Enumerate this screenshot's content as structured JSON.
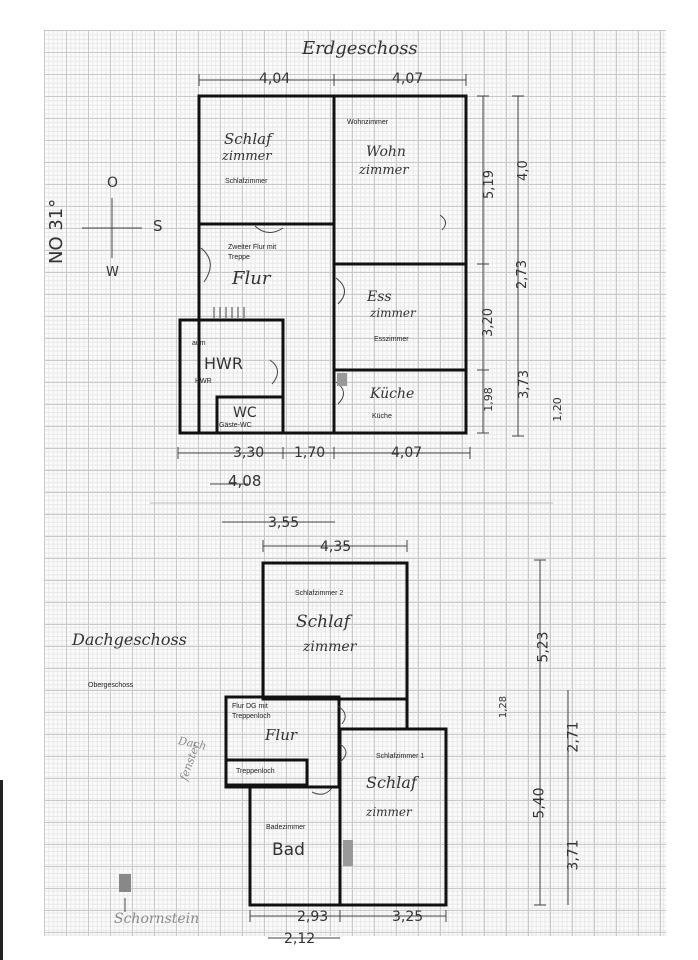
{
  "titles": {
    "ground_floor": "Erdgeschoss",
    "upper_floor_hand": "Dachgeschoss",
    "upper_floor_typed": "Obergeschoss"
  },
  "compass": {
    "north": "NO 31°",
    "east": "S",
    "top": "O",
    "bottom": "W"
  },
  "ground_rooms": {
    "schlaf_hand_1": "Schlaf",
    "schlaf_hand_2": "zimmer",
    "schlaf_typed": "Schlafzimmer",
    "wohn_typed": "Wohnzimmer",
    "wohn_hand_1": "Wohn",
    "wohn_hand_2": "zimmer",
    "flur_typed_1": "Zweiter Flur mit",
    "flur_typed_2": "Treppe",
    "flur_hand": "Flur",
    "ess_hand_1": "Ess",
    "ess_hand_2": "zimmer",
    "ess_typed": "Esszimmer",
    "hwr_typed_top": "aum",
    "hwr_hand": "HWR",
    "hwr_typed": "HWR",
    "kueche_hand": "Küche",
    "kueche_typed": "Küche",
    "wc_hand": "WC",
    "wc_typed": "Gäste-WC"
  },
  "ground_dims": {
    "top_left": "4,04",
    "top_right": "4,07",
    "right_1": "5,19",
    "right_2": "3,20",
    "right_3": "1,98",
    "far_right_1": "4,0",
    "far_right_2": "2,73",
    "far_right_3": "3,73",
    "far_right_4": "1,20",
    "bottom_1": "3,30",
    "bottom_2": "1,70",
    "bottom_3": "4,07",
    "bottom_total": "4,08"
  },
  "upper_rooms": {
    "schlaf2_typed": "Schlafzimmer 2",
    "schlaf2_hand_1": "Schlaf",
    "schlaf2_hand_2": "zimmer",
    "flur_typed_1": "Flur DG mit",
    "flur_typed_2": "Treppenloch",
    "flur_hand": "Flur",
    "treppenloch_typed": "Treppenloch",
    "schlaf1_typed": "Schlafzimmer 1",
    "schlaf1_hand_1": "Schlaf",
    "schlaf1_hand_2": "zimmer",
    "bad_typed": "Badezimmer",
    "bad_hand": "Bad",
    "dachfenster_1": "Dach",
    "dachfenster_2": "fenster",
    "chimney": "Schornstein"
  },
  "upper_dims": {
    "top_a": "3,55",
    "top_b": "4,35",
    "right_1": "5,23",
    "right_2": "2,71",
    "right_3": "3,71",
    "left_side_1": "1,28",
    "left_side_2": "5,40",
    "bottom_1": "2,93",
    "bottom_2": "3,25",
    "bottom_3": "2,12"
  }
}
